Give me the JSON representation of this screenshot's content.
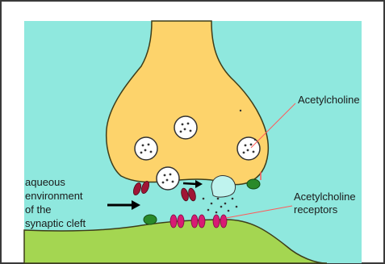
{
  "labels": {
    "acetylcholine": "Acetylcholine",
    "receptors": [
      "Acetylcholine",
      "receptors"
    ],
    "cleft": [
      "aqueous",
      "environment",
      "of the",
      "synaptic cleft"
    ]
  },
  "colors": {
    "background": "#8fe8de",
    "presynaptic": "#fdd36b",
    "postsynaptic": "#a4d651",
    "receptor": "#d81b74",
    "channel": "#a01536",
    "green_protein": "#2a8a2a",
    "pointer_line": "#ff5a5a",
    "arrow": "#000000"
  },
  "icons": {
    "vesicle": "vesicle-icon",
    "receptor": "receptor-icon",
    "channel": "ion-channel-icon"
  }
}
